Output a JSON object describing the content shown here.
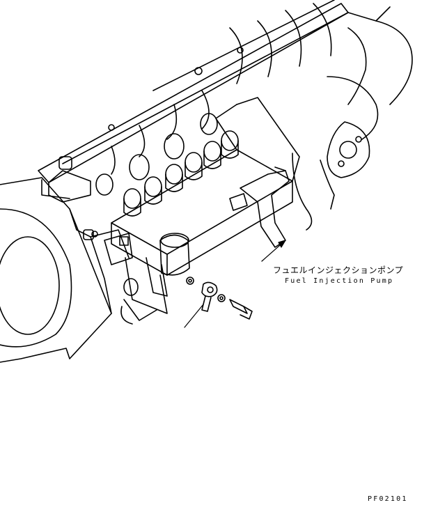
{
  "callouts": {
    "pump_label_jp": "フュエルインジェクションポンプ",
    "pump_label_en": "Fuel Injection Pump"
  },
  "figure": {
    "code": "PF02101"
  }
}
